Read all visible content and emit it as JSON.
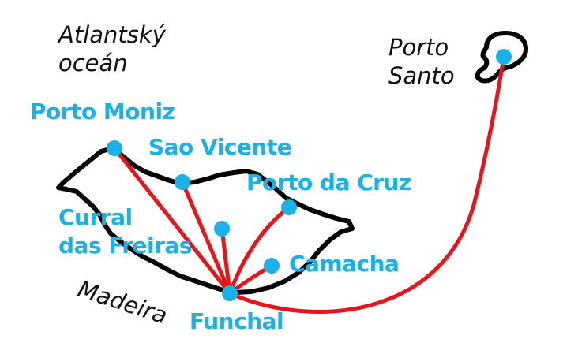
{
  "colors": {
    "town": "#1ab0e8",
    "route": "#e8141c",
    "coast": "#000000",
    "text": "#111111"
  },
  "labels": {
    "ocean_line1": "Atlantský",
    "ocean_line2": "oceán",
    "island_madeira": "Madeira",
    "porto_santo_line1": "Porto",
    "porto_santo_line2": "Santo"
  },
  "towns": [
    {
      "id": "porto-moniz",
      "name": "Porto Moniz"
    },
    {
      "id": "sao-vicente",
      "name": "Sao Vicente"
    },
    {
      "id": "porto-da-cruz",
      "name": "Porto da Cruz"
    },
    {
      "id": "curral-das-freiras",
      "name_line1": "Curral",
      "name_line2": "das Freiras"
    },
    {
      "id": "camacha",
      "name": "Camacha"
    },
    {
      "id": "funchal",
      "name": "Funchal"
    }
  ]
}
